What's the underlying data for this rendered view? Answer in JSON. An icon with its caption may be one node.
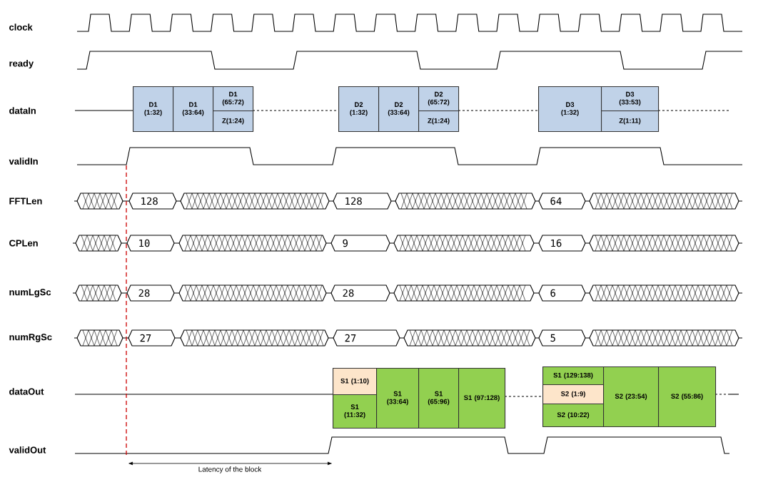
{
  "diagram": {
    "nodes": [
      {
        "text": [
          "D1 (1:32)"
        ]
      },
      {
        "text": [
          "D1 (33:64)"
        ]
      },
      {
        "text": [
          "D1 (65:72)"
        ]
      },
      {
        "text": [
          "Z(1:24)"
        ]
      },
      {
        "text": [
          "D2 (1:32)"
        ]
      },
      {
        "text": [
          "D2 (33:64)"
        ]
      },
      {
        "text": [
          "D2 (65:72)"
        ]
      },
      {
        "text": [
          "Z(1:24)"
        ]
      },
      {
        "text": [
          "D3 (1:32)"
        ]
      },
      {
        "text": [
          "D3 (33:53)"
        ]
      },
      {
        "text": [
          "Z(1:11)"
        ]
      },
      {
        "text": [
          "128"
        ]
      },
      {
        "text": [
          "128"
        ]
      },
      {
        "text": [
          "64"
        ]
      },
      {
        "text": [
          "10"
        ]
      },
      {
        "text": [
          "9"
        ]
      },
      {
        "text": [
          "16"
        ]
      },
      {
        "text": [
          "28"
        ]
      },
      {
        "text": [
          "28"
        ]
      },
      {
        "text": [
          "6"
        ]
      },
      {
        "text": [
          "27"
        ]
      },
      {
        "text": [
          "27"
        ]
      },
      {
        "text": [
          "5"
        ]
      },
      {
        "text": [
          "S1 (1:10)"
        ]
      },
      {
        "text": [
          "S1 (11:32)"
        ]
      },
      {
        "text": [
          "S1 (33:64)"
        ]
      },
      {
        "text": [
          "S1 (65:96)"
        ]
      },
      {
        "text": [
          "S1 (97:128)"
        ]
      },
      {
        "text": [
          "S1 (129:138)"
        ]
      },
      {
        "text": [
          "S2 (1:9)"
        ]
      },
      {
        "text": [
          "S2 (10:22)"
        ]
      },
      {
        "text": [
          "S2 (23:54)"
        ]
      },
      {
        "text": [
          "S2 (55:86)"
        ]
      }
    ],
    "labels": [
      "clock",
      "ready",
      "dataIn",
      "validIn",
      "FFTLen",
      "CPLen",
      "numLgSc",
      "numRgSc",
      "dataOut",
      "validOut",
      "Latency of the block"
    ]
  }
}
